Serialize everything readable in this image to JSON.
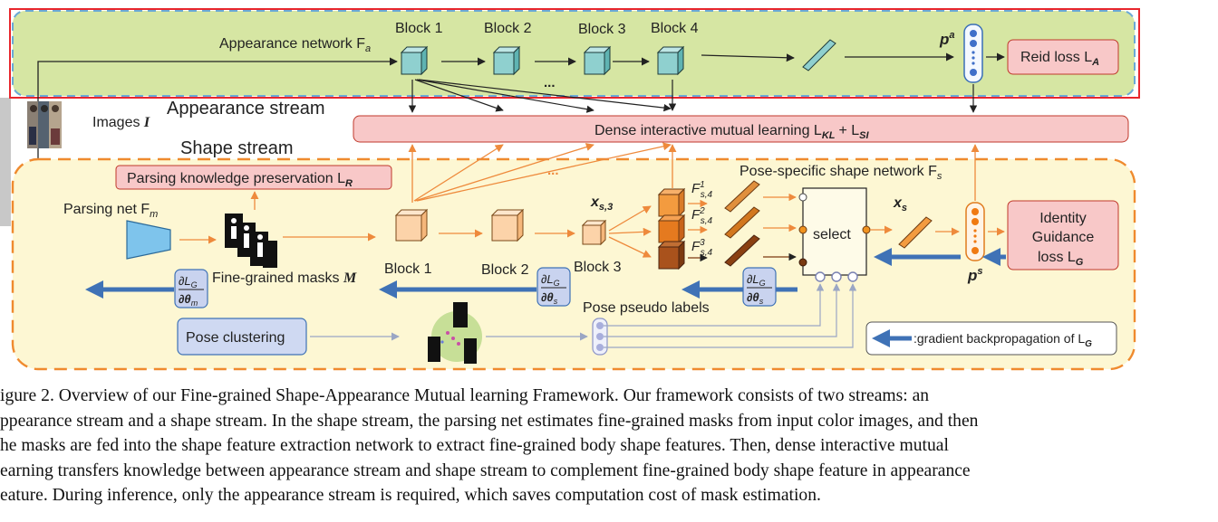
{
  "colors": {
    "appearance_bg": "#d6e6a3",
    "shape_bg": "#fdf7d3",
    "dashed_blue": "#6aa9d6",
    "dashed_orange": "#ef8a2e",
    "loss_box": "#f8c8c8",
    "teal_block": "#8fd0cf",
    "orange_block": "#fcd3a9",
    "grad_arrow": "#3f72b6",
    "highlight_red": "#e8262c"
  },
  "appearance_stream": {
    "network_label": "Appearance network F",
    "network_sub": "a",
    "blocks": [
      "Block 1",
      "Block 2",
      "Block 3",
      "Block 4"
    ],
    "ellipsis": "...",
    "feature_label": "p",
    "feature_sup": "a",
    "reid_loss": "Reid loss L",
    "reid_loss_sub": "A"
  },
  "labels": {
    "images": "Images",
    "images_var": "I",
    "appearance_stream": "Appearance stream",
    "shape_stream": "Shape stream"
  },
  "dense_learning": {
    "label": "Dense interactive mutual learning L",
    "kl_sub": "KL",
    "plus": "+ L",
    "si_sub": "SI"
  },
  "shape_stream": {
    "parsing_preservation": "Parsing knowledge preservation L",
    "parsing_preservation_sub": "R",
    "parsing_net": "Parsing net F",
    "parsing_net_sub": "m",
    "masks_label": "Fine-grained masks",
    "masks_var": "M",
    "blocks": [
      "Block 1",
      "Block 2",
      "Block 3"
    ],
    "ellipsis": "...",
    "x_s3": "x",
    "x_s3_sub": "s,3",
    "pose_network": "Pose-specific shape network F",
    "pose_network_sub": "s",
    "branch_features": [
      {
        "base": "F",
        "sup": "1",
        "sub": "s,4"
      },
      {
        "base": "F",
        "sup": "2",
        "sub": "s,4"
      },
      {
        "base": "F",
        "sup": "3",
        "sub": "s,4"
      }
    ],
    "select_label": "select",
    "x_s": "x",
    "x_s_sub": "s",
    "p_s": "p",
    "p_s_sup": "s",
    "identity_loss_lines": [
      "Identity",
      "Guidance"
    ],
    "identity_loss_last": "loss L",
    "identity_loss_sub": "G",
    "pose_pseudo_labels": "Pose pseudo labels",
    "pose_clustering": "Pose clustering",
    "gradient_legend": ":gradient backpropagation of L",
    "gradient_legend_sub": "G",
    "grad_num": "∂L",
    "grad_num_sub": "G",
    "grad_den": "∂θ",
    "grad_den_subs": [
      "m",
      "s",
      "s"
    ]
  },
  "caption": [
    "igure 2. Overview of our Fine-grained Shape-Appearance Mutual learning Framework.  Our framework consists of two streams:  an",
    "ppearance stream and a shape stream. In the shape stream, the parsing net estimates fine-grained masks from input color images, and then",
    "he masks are fed into the shape feature extraction network to extract fine-grained body shape features.  Then, dense interactive mutual",
    "earning transfers knowledge between appearance stream and shape stream to complement fine-grained body shape feature in appearance",
    "eature. During inference, only the appearance stream is required, which saves computation cost of mask estimation."
  ]
}
